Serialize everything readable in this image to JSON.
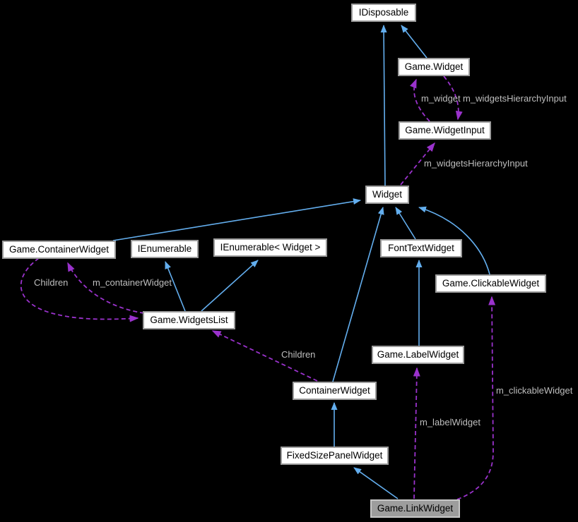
{
  "diagram": {
    "kind": "collaboration-graph",
    "background": "#000000",
    "colors": {
      "inheritance_arrow": "#63aeee",
      "usage_arrow": "#9a32cc",
      "edge_label_text": "#bebebe",
      "node_fill": "#ffffff",
      "node_border": "#9c9c9c",
      "selected_node_fill": "#9d9d9d",
      "selected_node_border": "#c8c8c8"
    },
    "nodes": [
      {
        "label": "IDisposable"
      },
      {
        "label": "Game.Widget"
      },
      {
        "label": "Game.WidgetInput"
      },
      {
        "label": "Widget"
      },
      {
        "label": "Game.ContainerWidget"
      },
      {
        "label": "IEnumerable"
      },
      {
        "label": "IEnumerable< Widget >"
      },
      {
        "label": "FontTextWidget"
      },
      {
        "label": "Game.ClickableWidget"
      },
      {
        "label": "Game.WidgetsList"
      },
      {
        "label": "Game.LabelWidget"
      },
      {
        "label": "ContainerWidget"
      },
      {
        "label": "FixedSizePanelWidget"
      },
      {
        "label": "Game.LinkWidget",
        "selected": true
      }
    ],
    "edges": [
      {
        "from": "Widget",
        "to": "IDisposable",
        "type": "inheritance",
        "label": ""
      },
      {
        "from": "Game.Widget",
        "to": "IDisposable",
        "type": "inheritance",
        "label": ""
      },
      {
        "from": "Game.WidgetInput",
        "to": "Game.Widget",
        "type": "usage",
        "label": "m_widget"
      },
      {
        "from": "Game.Widget",
        "to": "Game.WidgetInput",
        "type": "usage",
        "label": "m_widgetsHierarchyInput"
      },
      {
        "from": "Widget",
        "to": "Game.WidgetInput",
        "type": "usage",
        "label": "m_widgetsHierarchyInput"
      },
      {
        "from": "Game.ContainerWidget",
        "to": "Widget",
        "type": "inheritance",
        "label": ""
      },
      {
        "from": "FontTextWidget",
        "to": "Widget",
        "type": "inheritance",
        "label": ""
      },
      {
        "from": "Game.ClickableWidget",
        "to": "Widget",
        "type": "inheritance",
        "label": ""
      },
      {
        "from": "ContainerWidget",
        "to": "Widget",
        "type": "inheritance",
        "label": ""
      },
      {
        "from": "Game.WidgetsList",
        "to": "IEnumerable",
        "type": "inheritance",
        "label": ""
      },
      {
        "from": "Game.WidgetsList",
        "to": "IEnumerable< Widget >",
        "type": "inheritance",
        "label": ""
      },
      {
        "from": "Game.ContainerWidget",
        "to": "Game.WidgetsList",
        "type": "usage",
        "label": "Children"
      },
      {
        "from": "Game.WidgetsList",
        "to": "Game.ContainerWidget",
        "type": "usage",
        "label": "m_containerWidget"
      },
      {
        "from": "ContainerWidget",
        "to": "Game.WidgetsList",
        "type": "usage",
        "label": "Children"
      },
      {
        "from": "Game.LabelWidget",
        "to": "FontTextWidget",
        "type": "inheritance",
        "label": ""
      },
      {
        "from": "FixedSizePanelWidget",
        "to": "ContainerWidget",
        "type": "inheritance",
        "label": ""
      },
      {
        "from": "Game.LinkWidget",
        "to": "FixedSizePanelWidget",
        "type": "inheritance",
        "label": ""
      },
      {
        "from": "Game.LinkWidget",
        "to": "Game.LabelWidget",
        "type": "usage",
        "label": "m_labelWidget"
      },
      {
        "from": "Game.LinkWidget",
        "to": "Game.ClickableWidget",
        "type": "usage",
        "label": "m_clickableWidget"
      }
    ]
  }
}
